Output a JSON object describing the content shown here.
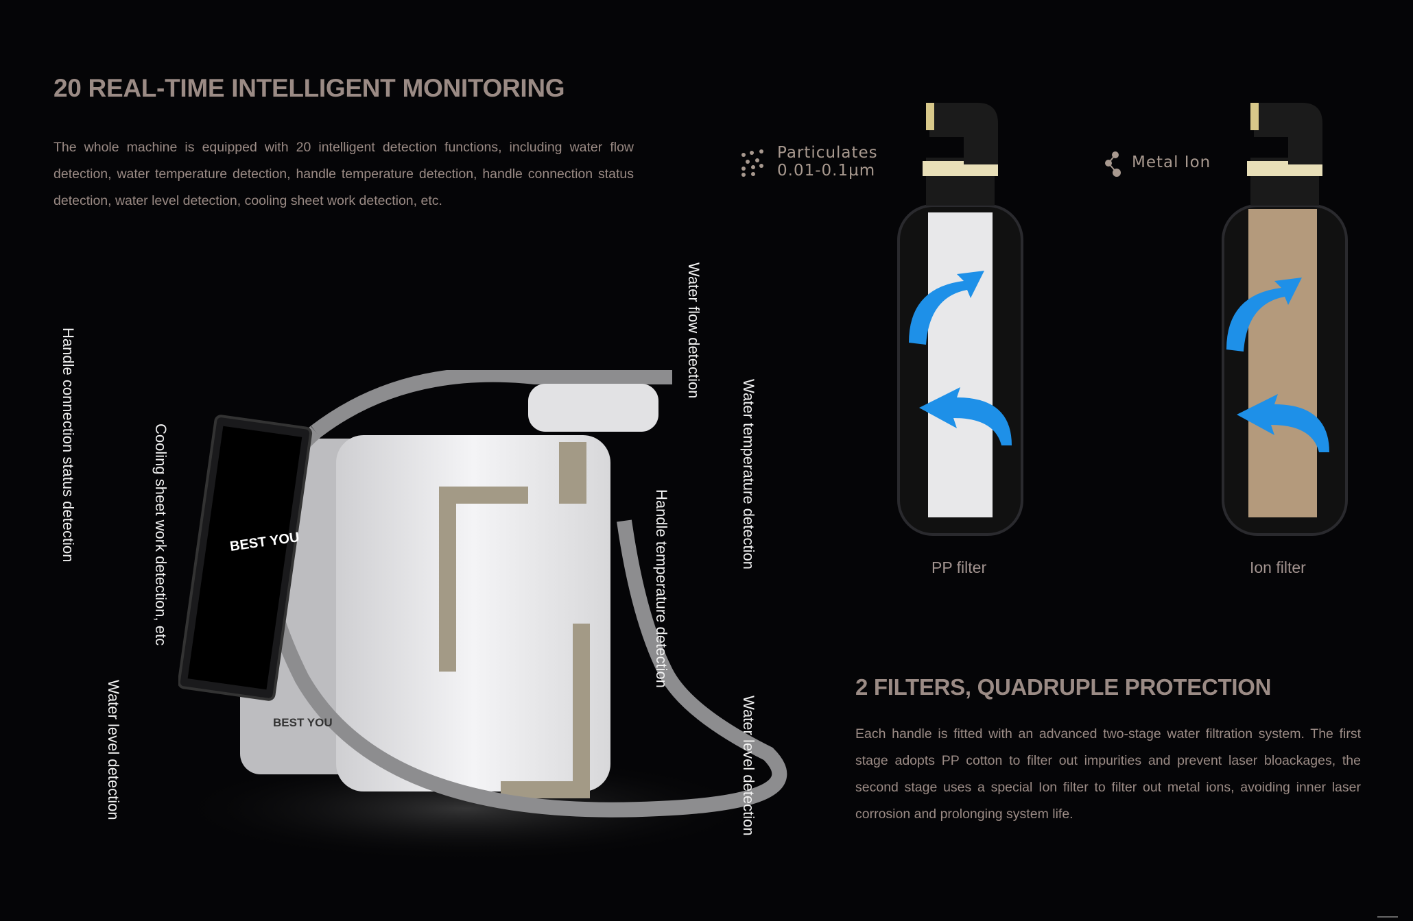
{
  "monitoring": {
    "title": "20 REAL-TIME INTELLIGENT MONITORING",
    "description": "The whole machine is equipped with 20 intelligent detection functions, including water flow detection, water temperature detection, handle temperature detection, handle connection status detection, water level detection, cooling sheet work detection, etc.",
    "labels": {
      "handle_connection": "Handle connection status detection",
      "cooling_sheet": "Cooling sheet work detection, etc",
      "water_level_left": "Water level detection",
      "water_flow": "Water flow detection",
      "water_temperature": "Water temperature detection",
      "handle_temperature": "Handle temperature detection",
      "water_level_right": "Water level detection"
    },
    "brand_logo": "BEST YOU"
  },
  "filters": {
    "particulates_line1": "Particulates",
    "particulates_line2": "0.01-0.1µm",
    "metal_ion": "Metal Ion",
    "pp_filter": "PP filter",
    "ion_filter": "Ion filter",
    "title": "2 FILTERS, QUADRUPLE PROTECTION",
    "description": "Each handle is fitted with an advanced two-stage water filtration system. The first stage adopts PP cotton to filter out impurities and prevent laser bloackages, the second stage uses a special Ion filter to filter out metal ions, avoiding inner laser corrosion and prolonging system life."
  },
  "colors": {
    "text": "#9b8b85",
    "arrow": "#1e90e8",
    "background": "#050507"
  }
}
